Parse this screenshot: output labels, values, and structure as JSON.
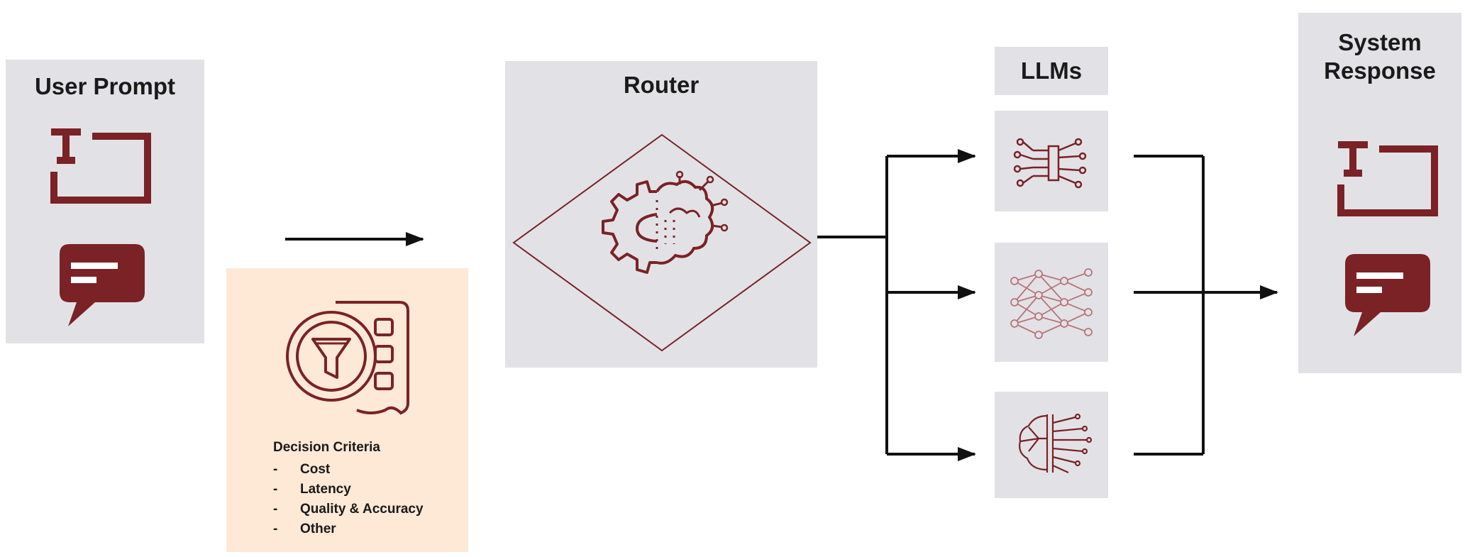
{
  "colors": {
    "panel": "#e2e2e6",
    "icon": "#7a2226",
    "criteria_bg": "#fde9d6",
    "arrow": "#111111"
  },
  "user_prompt": {
    "title": "User Prompt",
    "icons": [
      "text-input-icon",
      "chat-bubble-icon"
    ]
  },
  "criteria": {
    "title": "Decision Criteria",
    "items": [
      "Cost",
      "Latency",
      "Quality & Accuracy",
      "Other"
    ],
    "bullet": "-",
    "icon": "filter-document-icon"
  },
  "router": {
    "title": "Router",
    "icon": "gear-brain-icon"
  },
  "llms": {
    "title": "LLMs",
    "models": [
      {
        "icon": "circuit-chip-icon"
      },
      {
        "icon": "neural-network-icon"
      },
      {
        "icon": "brain-circuit-icon"
      }
    ]
  },
  "system_response": {
    "title_line1": "System",
    "title_line2": "Response",
    "icons": [
      "text-input-icon",
      "chat-bubble-icon"
    ]
  }
}
